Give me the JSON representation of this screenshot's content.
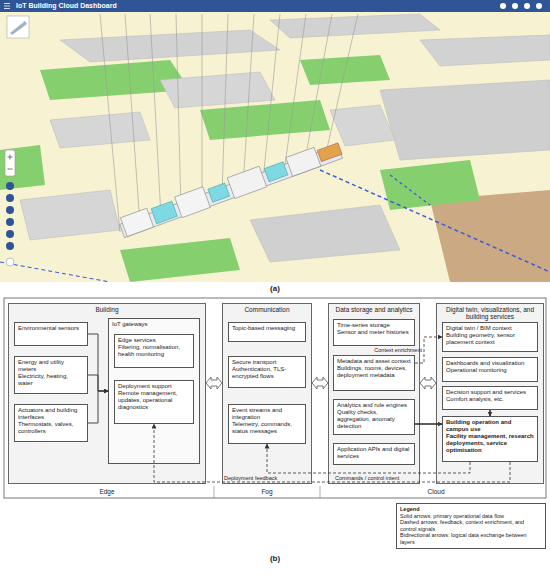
{
  "diagram": {
    "nodes": [
      {
        "text": [
          "Building"
        ]
      },
      {
        "text": [
          "Environmental sensors"
        ],
        "in": 0
      },
      {
        "text": [
          "Energy and utility meters",
          "Electricity, heating, water"
        ],
        "in": 0
      },
      {
        "text": [
          "Actuators and building interfaces",
          "Thermostats, valves, controllers"
        ],
        "in": 0
      },
      {
        "text": [
          "IoT gateways"
        ],
        "in": 0
      },
      {
        "text": [
          "Edge services",
          "Filtering, normalisation, health monitoring"
        ],
        "in": 4
      },
      {
        "text": [
          "Deployment support",
          "Remote management, updates, operational diagnostics"
        ],
        "in": 4
      },
      {
        "text": [
          "Communication"
        ]
      },
      {
        "text": [
          "Topic-based messaging"
        ],
        "in": 7
      },
      {
        "text": [
          "Secure transport",
          "Authentication, TLS-encrypted flows"
        ],
        "in": 7
      },
      {
        "text": [
          "Event streams and integration",
          "Telemetry, commands, status messages"
        ],
        "in": 7
      },
      {
        "text": [
          "Data storage and analytics"
        ]
      },
      {
        "text": [
          "Time-series storage",
          "Sensor and meter histories"
        ],
        "in": 11
      },
      {
        "text": [
          "Metadata and asset context",
          "Buildings, rooms, devices, deployment metadata"
        ],
        "in": 11
      },
      {
        "text": [
          "Analytics and rule engines",
          "Quality checks, aggregation, anomaly detection"
        ],
        "in": 11
      },
      {
        "text": [
          "Application APIs and digital services"
        ],
        "in": 11
      },
      {
        "text": [
          "Digital twin, visualizations, and building services"
        ]
      },
      {
        "text": [
          "Digital twin / BIM context",
          "Building geometry, sensor placement context"
        ],
        "in": 16
      },
      {
        "text": [
          "Dashboards and visualization",
          "Operational monitoring"
        ],
        "in": 16
      },
      {
        "text": [
          "Decision support and services",
          "Comfort analysis, etc."
        ],
        "in": 16
      },
      {
        "text": [
          "Building operation and campus use",
          "Facility management, research deployments, service optimisation"
        ],
        "in": 16
      }
    ],
    "edges": [
      {
        "from": 1,
        "to": 4,
        "arrow": "to"
      },
      {
        "from": 2,
        "to": 4,
        "arrow": "to"
      },
      {
        "from": 3,
        "to": 4,
        "arrow": "to"
      },
      {
        "from": 0,
        "to": 7,
        "arrow": "both"
      },
      {
        "from": 7,
        "to": 11,
        "arrow": "both"
      },
      {
        "from": 11,
        "to": 16,
        "arrow": "both"
      },
      {
        "from": 13,
        "to": 17,
        "label": "Context enrichment",
        "arrow": "to"
      },
      {
        "from": 14,
        "to": 20,
        "arrow": "to"
      },
      {
        "from": 19,
        "to": 20,
        "arrow": "to"
      },
      {
        "from": 20,
        "to": 10,
        "label": "Commands / control intent",
        "arrow": "to"
      },
      {
        "from": 20,
        "to": 6,
        "label": "Deployment feedback",
        "arrow": "to"
      }
    ],
    "labels": [
      "IoT Building Cloud Dashboard",
      "(a)",
      "Edge",
      "Fog",
      "Cloud",
      "(b)",
      "Legend"
    ],
    "legend": [
      {
        "text": "Solid arrows: primary operational data flow"
      },
      {
        "text": "Dashed arrows: feedback, context enrichment, and control signals"
      },
      {
        "text": "Bidirectional arrows: logical data exchange between layers"
      }
    ]
  }
}
